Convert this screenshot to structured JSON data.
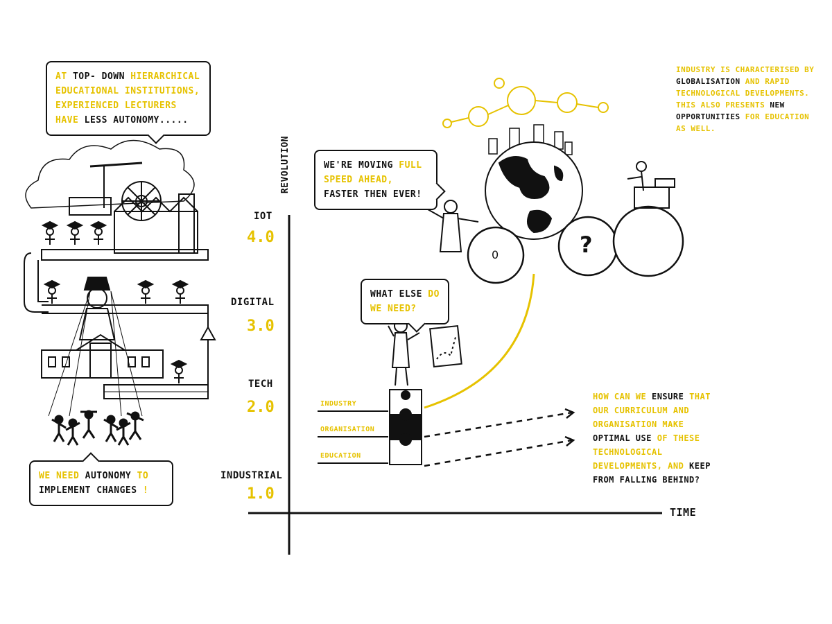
{
  "bubble_top": {
    "segments": [
      {
        "text": "At ",
        "color": "yellow"
      },
      {
        "text": "top- down",
        "color": "black"
      },
      {
        "text": " hierarchical educational institutions, experienced lecturers have",
        "color": "yellow"
      },
      {
        "text": " less autonomy.....",
        "color": "black"
      }
    ]
  },
  "bubble_bottom": {
    "segments": [
      {
        "text": "We need ",
        "color": "yellow"
      },
      {
        "text": "autonomy",
        "color": "black"
      },
      {
        "text": " to ",
        "color": "yellow"
      },
      {
        "text": "implement changes",
        "color": "black"
      },
      {
        "text": " !",
        "color": "yellow"
      }
    ]
  },
  "bubble_speed": {
    "segments": [
      {
        "text": "We're moving ",
        "color": "black"
      },
      {
        "text": "full speed ahead,",
        "color": "yellow"
      },
      {
        "text": " faster then ever!",
        "color": "black"
      }
    ]
  },
  "bubble_need": {
    "segments": [
      {
        "text": "What else ",
        "color": "black"
      },
      {
        "text": "do",
        "color": "yellow"
      },
      {
        "text": " we need?",
        "color": "yellow"
      }
    ]
  },
  "intro_text": {
    "segments": [
      {
        "text": "Industry is characterised by ",
        "color": "yellow"
      },
      {
        "text": "globalisation",
        "color": "black"
      },
      {
        "text": " and rapid ",
        "color": "yellow"
      },
      {
        "text": "technological",
        "color": "black"
      },
      {
        "text": " developments. This also presents ",
        "color": "yellow"
      },
      {
        "text": "new opportunities",
        "color": "black"
      },
      {
        "text": " for education as well.",
        "color": "yellow"
      }
    ]
  },
  "question_text": {
    "segments": [
      {
        "text": "How can we ",
        "color": "yellow"
      },
      {
        "text": "ensure",
        "color": "black"
      },
      {
        "text": " that our curriculum and organisation ",
        "color": "yellow"
      },
      {
        "text": "make",
        "color": "yellow"
      },
      {
        "text": " optimal use",
        "color": "black"
      },
      {
        "text": " of these technological developments, and ",
        "color": "yellow"
      },
      {
        "text": "keep from falling behind?",
        "color": "black"
      }
    ]
  },
  "axis": {
    "y_label": "Revolution",
    "x_label": "Time"
  },
  "revolutions": [
    {
      "name": "IoT",
      "version": "4.0"
    },
    {
      "name": "Digital",
      "version": "3.0"
    },
    {
      "name": "Tech",
      "version": "2.0"
    },
    {
      "name": "Industrial",
      "version": "1.0"
    }
  ],
  "levels": [
    "Industry",
    "Organisation",
    "Education"
  ],
  "gear_mark": "?",
  "gear_small_mark": "0",
  "colors": {
    "accent": "#e6c200",
    "ink": "#111111"
  }
}
